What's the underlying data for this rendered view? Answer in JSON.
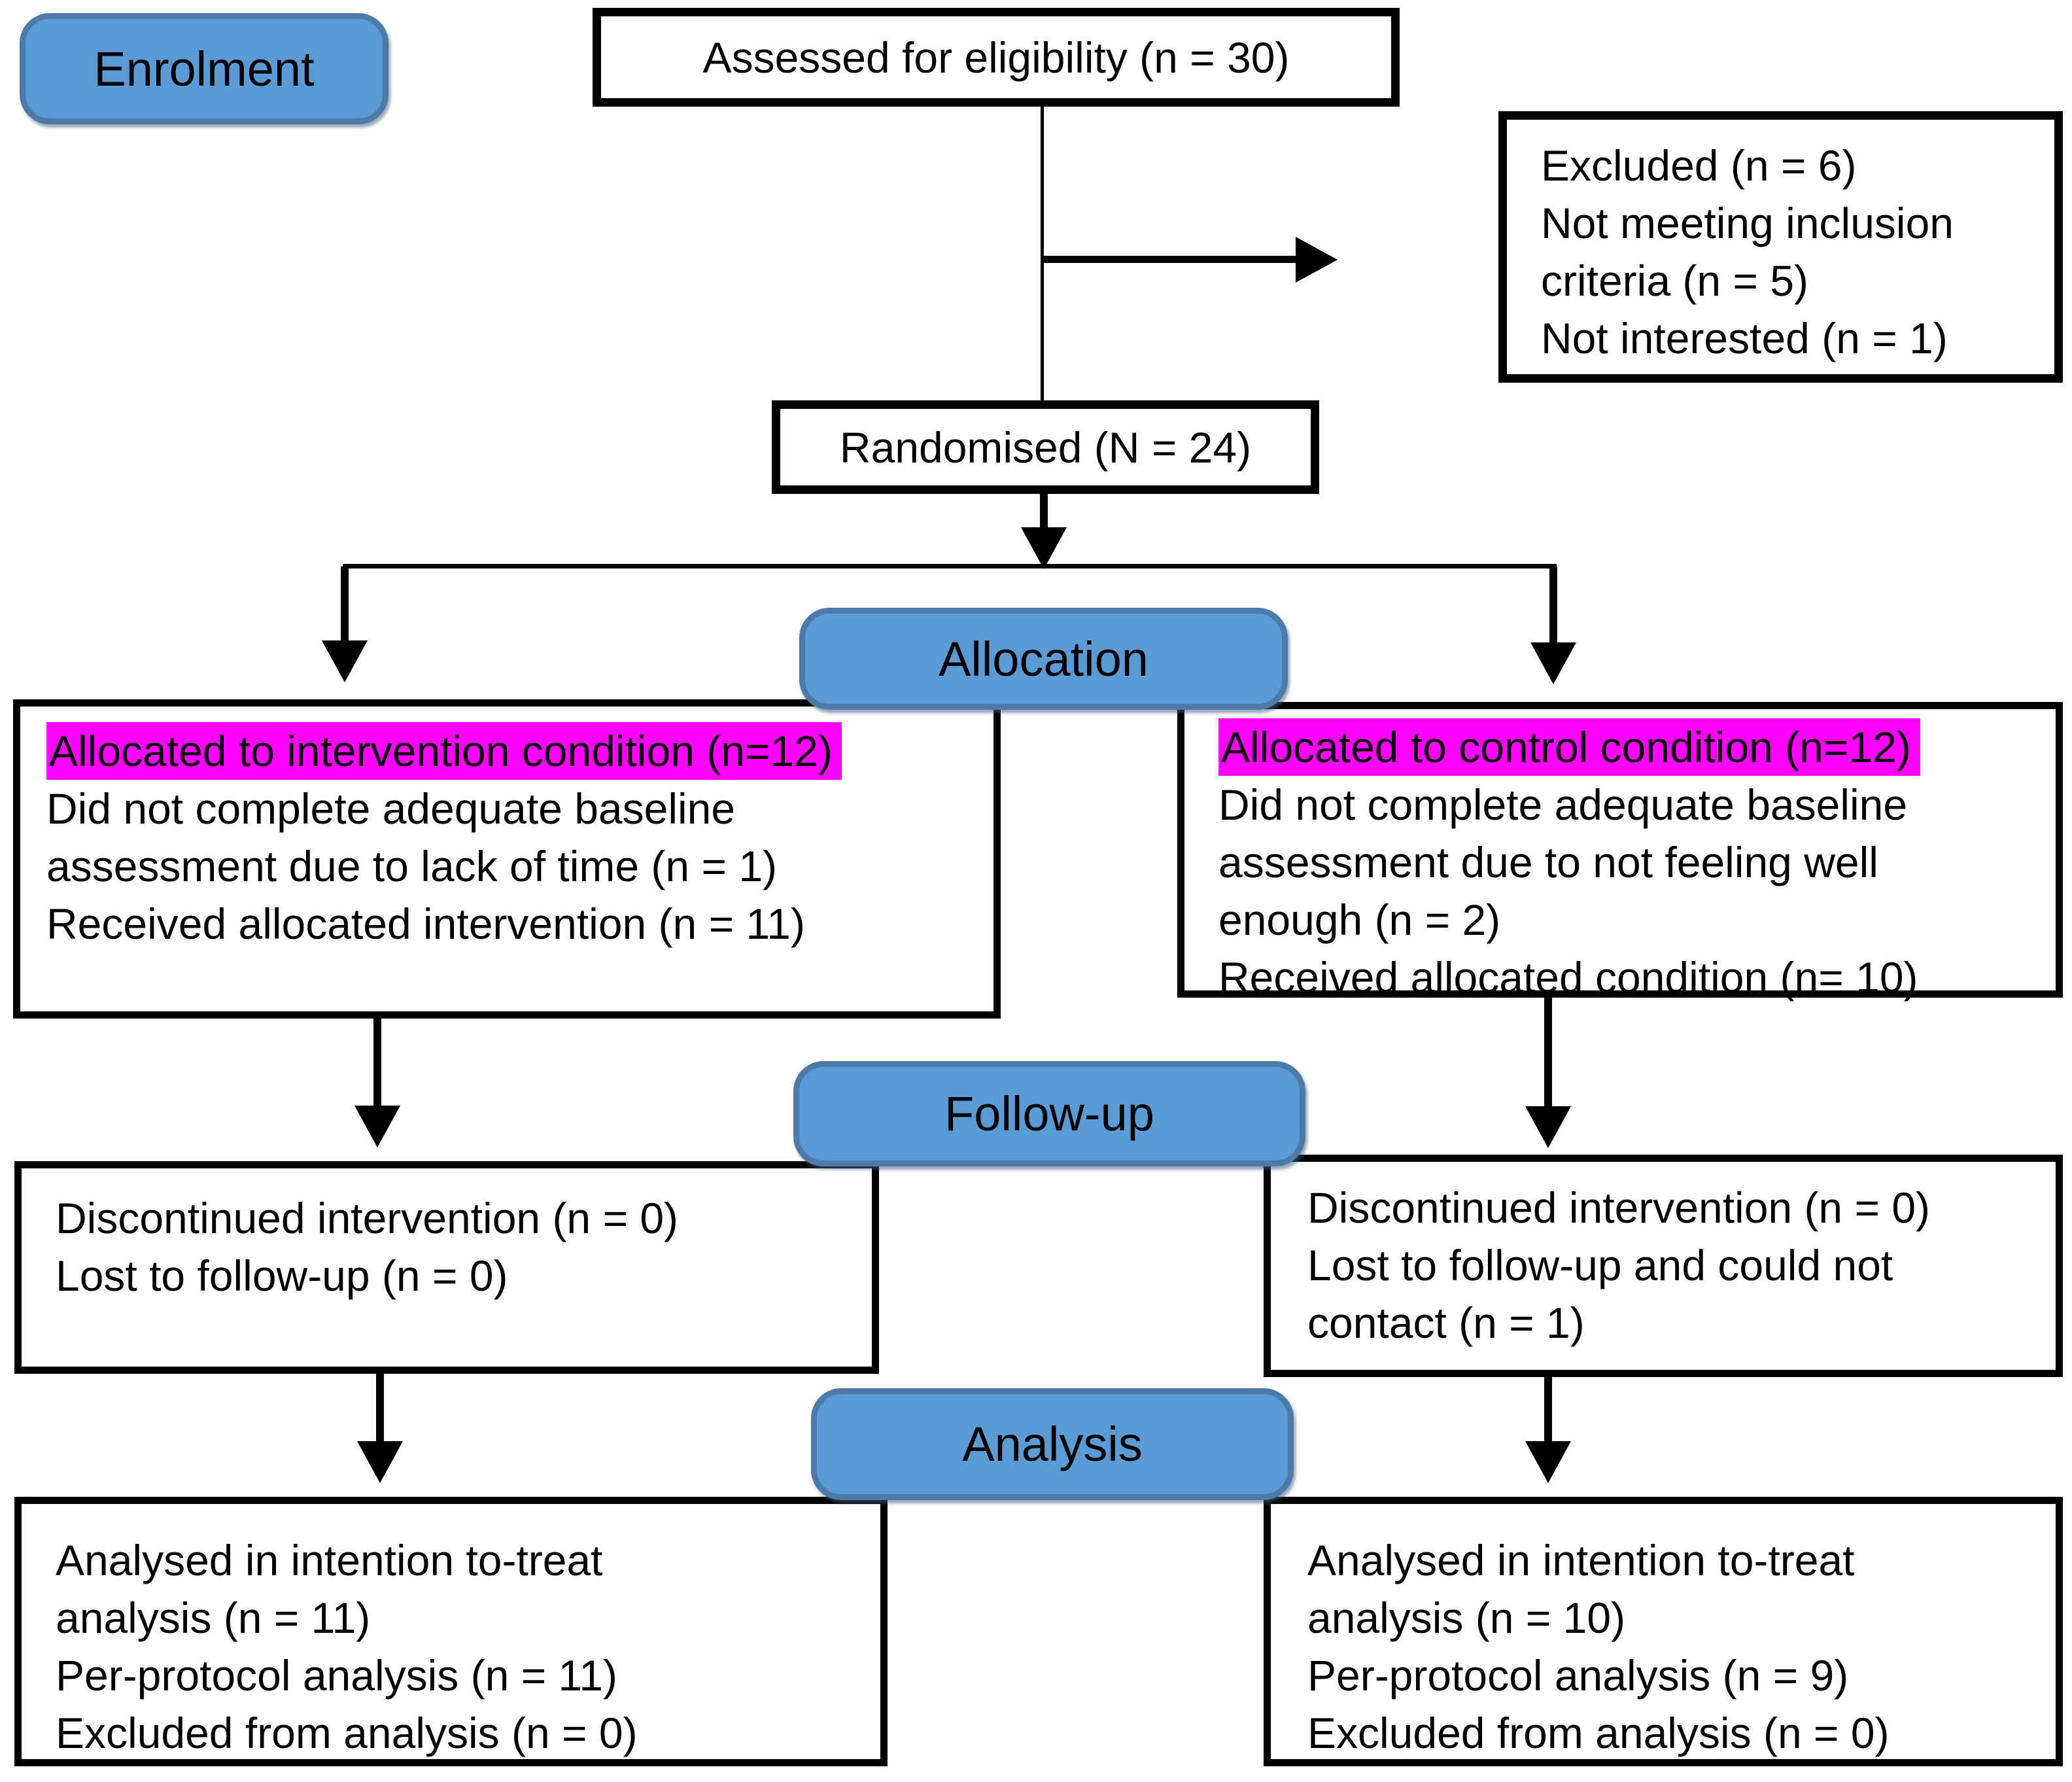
{
  "diagram": {
    "title": "CONSORT participant flow diagram",
    "colors": {
      "banner_fill": "#5b9bd5",
      "banner_border": "#4d7aa8",
      "highlight": "#ff00ff",
      "line": "#000000"
    },
    "banners": {
      "enrolment": "Enrolment",
      "allocation": "Allocation",
      "followup": "Follow-up",
      "analysis": "Analysis"
    },
    "boxes": {
      "assessed": {
        "text": "Assessed for eligibility (n = 30)"
      },
      "excluded": {
        "lines": [
          "Excluded (n = 6)",
          "Not meeting inclusion",
          "criteria (n = 5)",
          "Not interested (n = 1)"
        ]
      },
      "randomised": {
        "text": "Randomised (N = 24)"
      },
      "intervention_allocation": {
        "highlight": "Allocated to intervention condition (n=12)",
        "lines": [
          "Did not complete adequate baseline",
          "assessment due to lack of time (n = 1)",
          "Received allocated intervention (n = 11)"
        ]
      },
      "control_allocation": {
        "highlight": "Allocated to control condition (n=12)",
        "lines": [
          "Did not complete adequate baseline",
          "assessment due to not feeling well",
          "enough (n = 2)",
          "Received allocated condition (n= 10)"
        ]
      },
      "intervention_followup": {
        "lines": [
          "Discontinued intervention (n = 0)",
          "Lost to follow-up (n = 0)"
        ]
      },
      "control_followup": {
        "lines": [
          "Discontinued intervention (n = 0)",
          "Lost to follow-up and could not",
          "contact (n = 1)"
        ]
      },
      "intervention_analysis": {
        "lines": [
          "Analysed in intention to-treat",
          "analysis (n = 11)",
          "Per-protocol analysis (n = 11)",
          "Excluded from analysis (n = 0)"
        ]
      },
      "control_analysis": {
        "lines": [
          "Analysed in intention to-treat",
          "analysis (n = 10)",
          "Per-protocol analysis (n = 9)",
          "Excluded from analysis (n = 0)"
        ]
      }
    }
  }
}
